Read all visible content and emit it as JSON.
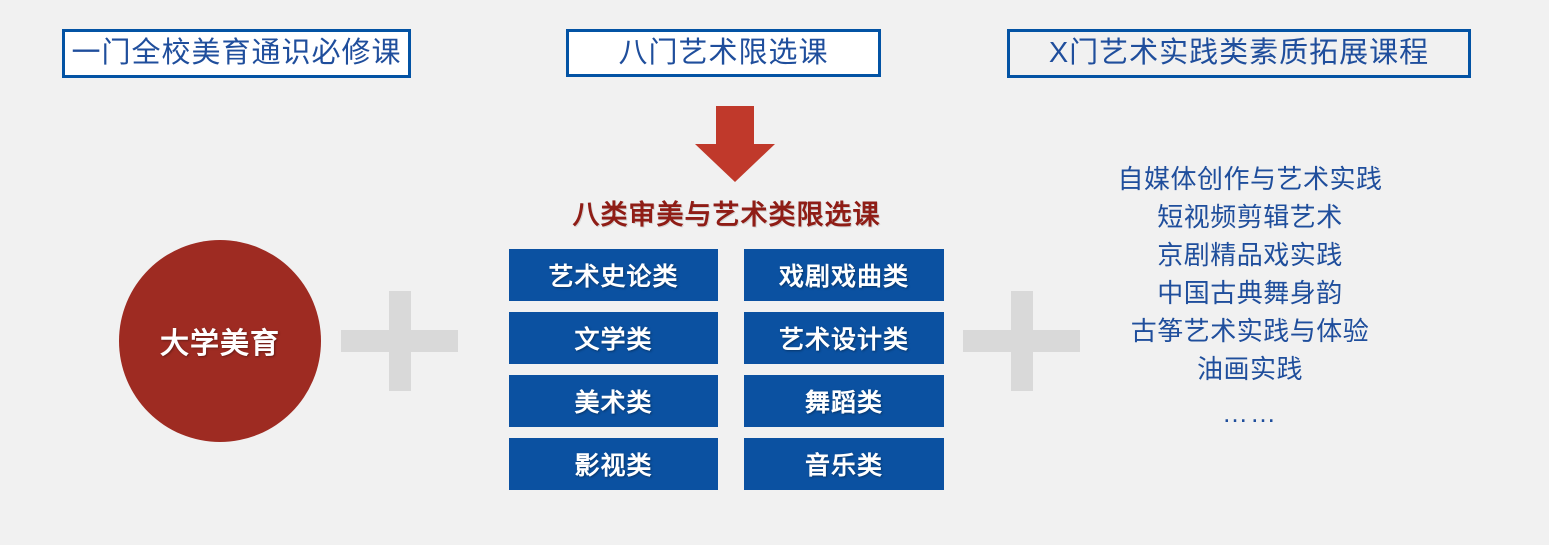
{
  "page": {
    "background_color": "#f1f1f1",
    "accent_blue": "#0353a4",
    "tile_blue": "#0b51a1",
    "accent_red": "#9e2b22",
    "arrow_red": "#c0392b",
    "heading_red": "#8f1d16",
    "plus_gray": "#d9d9d9"
  },
  "header": {
    "boxes": [
      {
        "label": "一门全校美育通识必修课",
        "filled": true
      },
      {
        "label": "八门艺术限选课",
        "filled": true
      },
      {
        "label": "X门艺术实践类素质拓展课程",
        "filled": false
      }
    ]
  },
  "left_group": {
    "circle_label": "大学美育"
  },
  "operators": {
    "plus_1": "plus-icon",
    "plus_2": "plus-icon",
    "arrow": "arrow-down-icon"
  },
  "center_group": {
    "heading": "八类审美与艺术类限选课",
    "tiles_left": [
      "艺术史论类",
      "文学类",
      "美术类",
      "影视类"
    ],
    "tiles_right": [
      "戏剧戏曲类",
      "艺术设计类",
      "舞蹈类",
      "音乐类"
    ]
  },
  "right_group": {
    "items": [
      "自媒体创作与艺术实践",
      "短视频剪辑艺术",
      "京剧精品戏实践",
      "中国古典舞身韵",
      "古筝艺术实践与体验",
      "油画实践"
    ],
    "ellipsis": "……"
  }
}
